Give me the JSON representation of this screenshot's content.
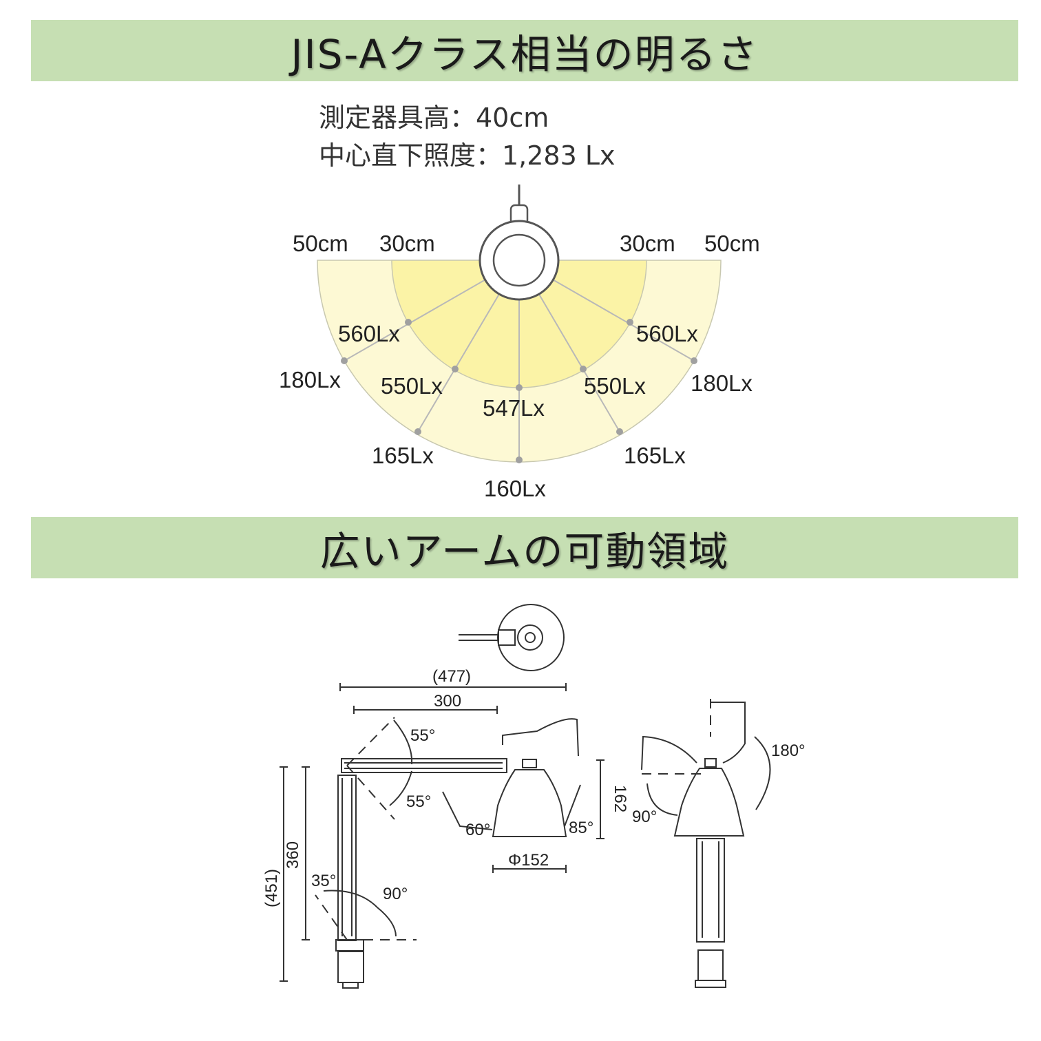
{
  "section1": {
    "title": "JIS-Aクラス相当の明るさ",
    "spec_height": "測定器具高：40cm",
    "spec_center": "中心直下照度：1,283 Lx"
  },
  "illuminance": {
    "distance_labels": {
      "left_outer": "50cm",
      "left_inner": "30cm",
      "right_inner": "30cm",
      "right_outer": "50cm"
    },
    "inner_ring": {
      "left": "560Lx",
      "left_mid": "550Lx",
      "center": "547Lx",
      "right_mid": "550Lx",
      "right": "560Lx"
    },
    "outer_ring": {
      "left": "180Lx",
      "left_mid": "165Lx",
      "center": "160Lx",
      "right_mid": "165Lx",
      "right": "180Lx"
    },
    "colors": {
      "inner": "#fbf3a6",
      "outer": "#fdf9d4"
    }
  },
  "section2": {
    "title": "広いアームの可動領域"
  },
  "dimensions": {
    "reach_total": "(477)",
    "arm_length": "300",
    "upper_angle": "55°",
    "lower_angle": "55°",
    "shade_tilt_back": "60°",
    "shade_tilt_front": "85°",
    "shade_height": "162",
    "shade_diameter": "Φ152",
    "height_total": "(451)",
    "height_pole": "360",
    "base_angle_back": "35°",
    "base_angle_front": "90°",
    "rotate_angle": "180°",
    "swivel_angle": "90°"
  }
}
